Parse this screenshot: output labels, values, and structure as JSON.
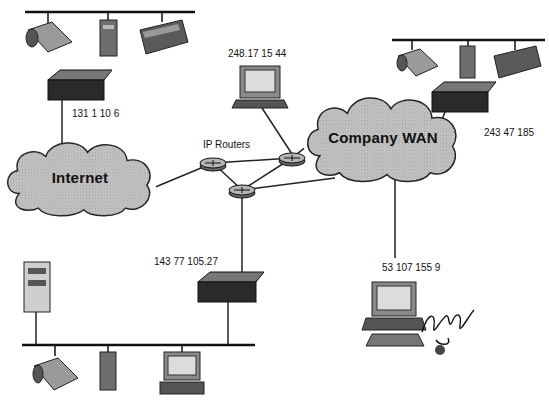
{
  "diagram": {
    "nodes": [
      {
        "text": [
          "Internet"
        ]
      },
      {
        "text": [
          "Company WAN"
        ]
      }
    ],
    "edges": [
      {
        "from": 0,
        "to": 1,
        "arrow": "none"
      }
    ],
    "labels": [
      "131 1 10 6",
      "248.17 15 44",
      "243 47 185",
      "IP Routers",
      "143 77 105.27",
      "53 107 155 9"
    ]
  }
}
